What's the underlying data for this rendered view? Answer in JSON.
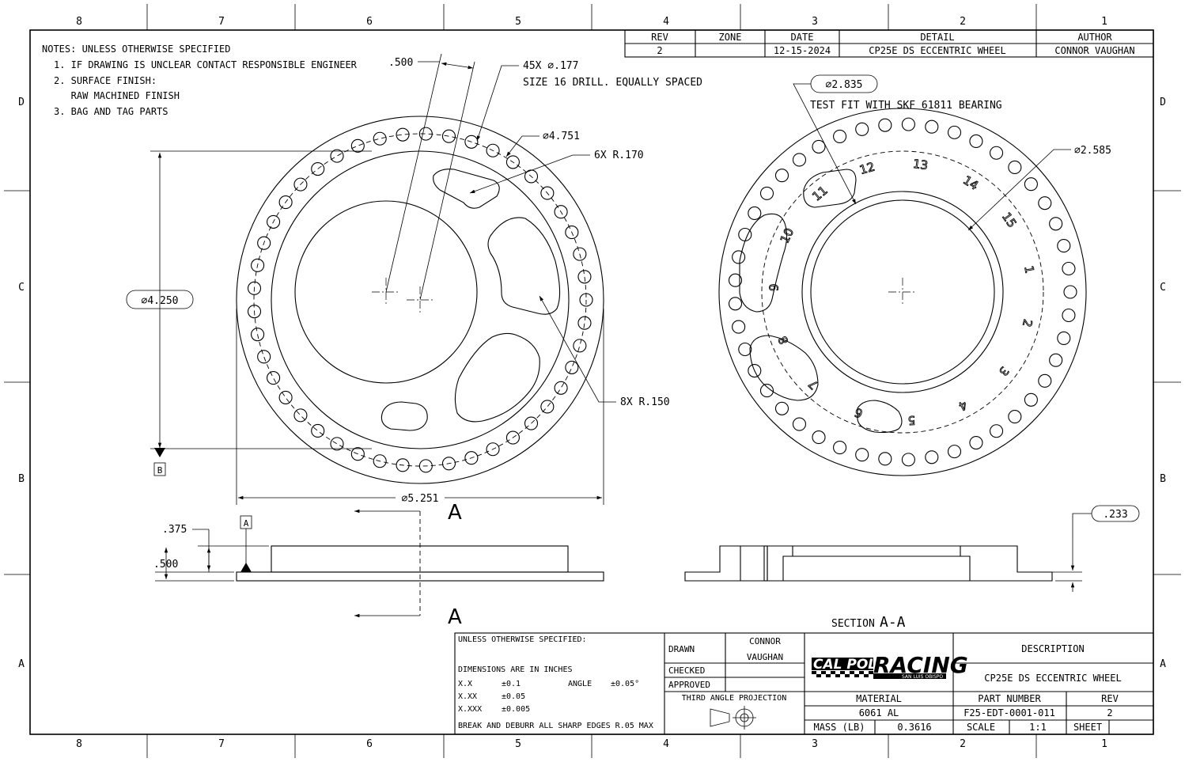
{
  "border": {
    "columns_top": [
      "8",
      "7",
      "6",
      "5",
      "4",
      "3",
      "2",
      "1"
    ],
    "columns_bottom": [
      "8",
      "7",
      "6",
      "5",
      "4",
      "3",
      "2",
      "1"
    ],
    "rows_left": [
      "D",
      "C",
      "B",
      "A"
    ],
    "rows_right": [
      "D",
      "C",
      "B",
      "A"
    ]
  },
  "revision_block": {
    "headers": {
      "rev": "REV",
      "zone": "ZONE",
      "date": "DATE",
      "detail": "DETAIL",
      "author": "AUTHOR"
    },
    "row": {
      "rev": "2",
      "zone": "",
      "date": "12-15-2024",
      "detail": "CP25E DS ECCENTRIC WHEEL",
      "author": "CONNOR VAUGHAN"
    }
  },
  "notes": {
    "title": "NOTES: UNLESS OTHERWISE SPECIFIED",
    "lines": [
      "1. IF DRAWING IS UNCLEAR CONTACT RESPONSIBLE ENGINEER",
      "2. SURFACE FINISH:",
      "   RAW MACHINED FINISH",
      "3. BAG AND TAG PARTS"
    ]
  },
  "front_view": {
    "offset_dim": ".500",
    "holes_callout": "45X ∅.177",
    "holes_note": "SIZE 16 DRILL. EQUALLY SPACED",
    "bolt_circle": "∅4.751",
    "slot_radius": "6X R.170",
    "bore_dim": "∅4.250",
    "pocket_radius": "8X R.150",
    "outer_dim": "∅5.251",
    "datum_b": "B"
  },
  "back_view": {
    "bearing_dim": "∅2.835",
    "bearing_note": "TEST FIT WITH SKF 61811 BEARING",
    "inner_dim": "∅2.585",
    "index_numbers": [
      "1",
      "2",
      "3",
      "4",
      "5",
      "6",
      "7",
      "8",
      "9",
      "10",
      "11",
      "12",
      "13",
      "14",
      "15"
    ]
  },
  "side_view": {
    "dim_375": ".375",
    "dim_500": ".500",
    "datum_a": "A",
    "section_letter_top": "A",
    "section_letter_bottom": "A"
  },
  "section_view": {
    "dim_233": ".233",
    "section_label_prefix": "SECTION",
    "section_label_letters": "A-A"
  },
  "title_block": {
    "tolerances_title": "UNLESS OTHERWISE SPECIFIED:",
    "units": "DIMENSIONS ARE IN INCHES",
    "tol_x": "X.X",
    "tol_x_val": "±0.1",
    "angle_label": "ANGLE",
    "angle_val": "±0.05°",
    "tol_xx": "X.XX",
    "tol_xx_val": "±0.05",
    "tol_xxx": "X.XXX",
    "tol_xxx_val": "±0.005",
    "deburr": "BREAK AND DEBURR ALL SHARP EDGES R.05 MAX",
    "drawn_label": "DRAWN",
    "drawn_by_1": "CONNOR",
    "drawn_by_2": "VAUGHAN",
    "checked_label": "CHECKED",
    "approved_label": "APPROVED",
    "projection": "THIRD ANGLE PROJECTION",
    "logo_top": "CAL POLY",
    "logo_main": "RACING",
    "logo_sub": "SAN LUIS OBISPO",
    "description_label": "DESCRIPTION",
    "description": "CP25E DS ECCENTRIC WHEEL",
    "material_label": "MATERIAL",
    "material": "6061 AL",
    "part_number_label": "PART NUMBER",
    "part_number": "F25-EDT-0001-011",
    "rev_label": "REV",
    "rev": "2",
    "mass_label": "MASS (LB)",
    "mass": "0.3616",
    "scale_label": "SCALE",
    "scale": "1:1",
    "sheet_label": "SHEET"
  }
}
